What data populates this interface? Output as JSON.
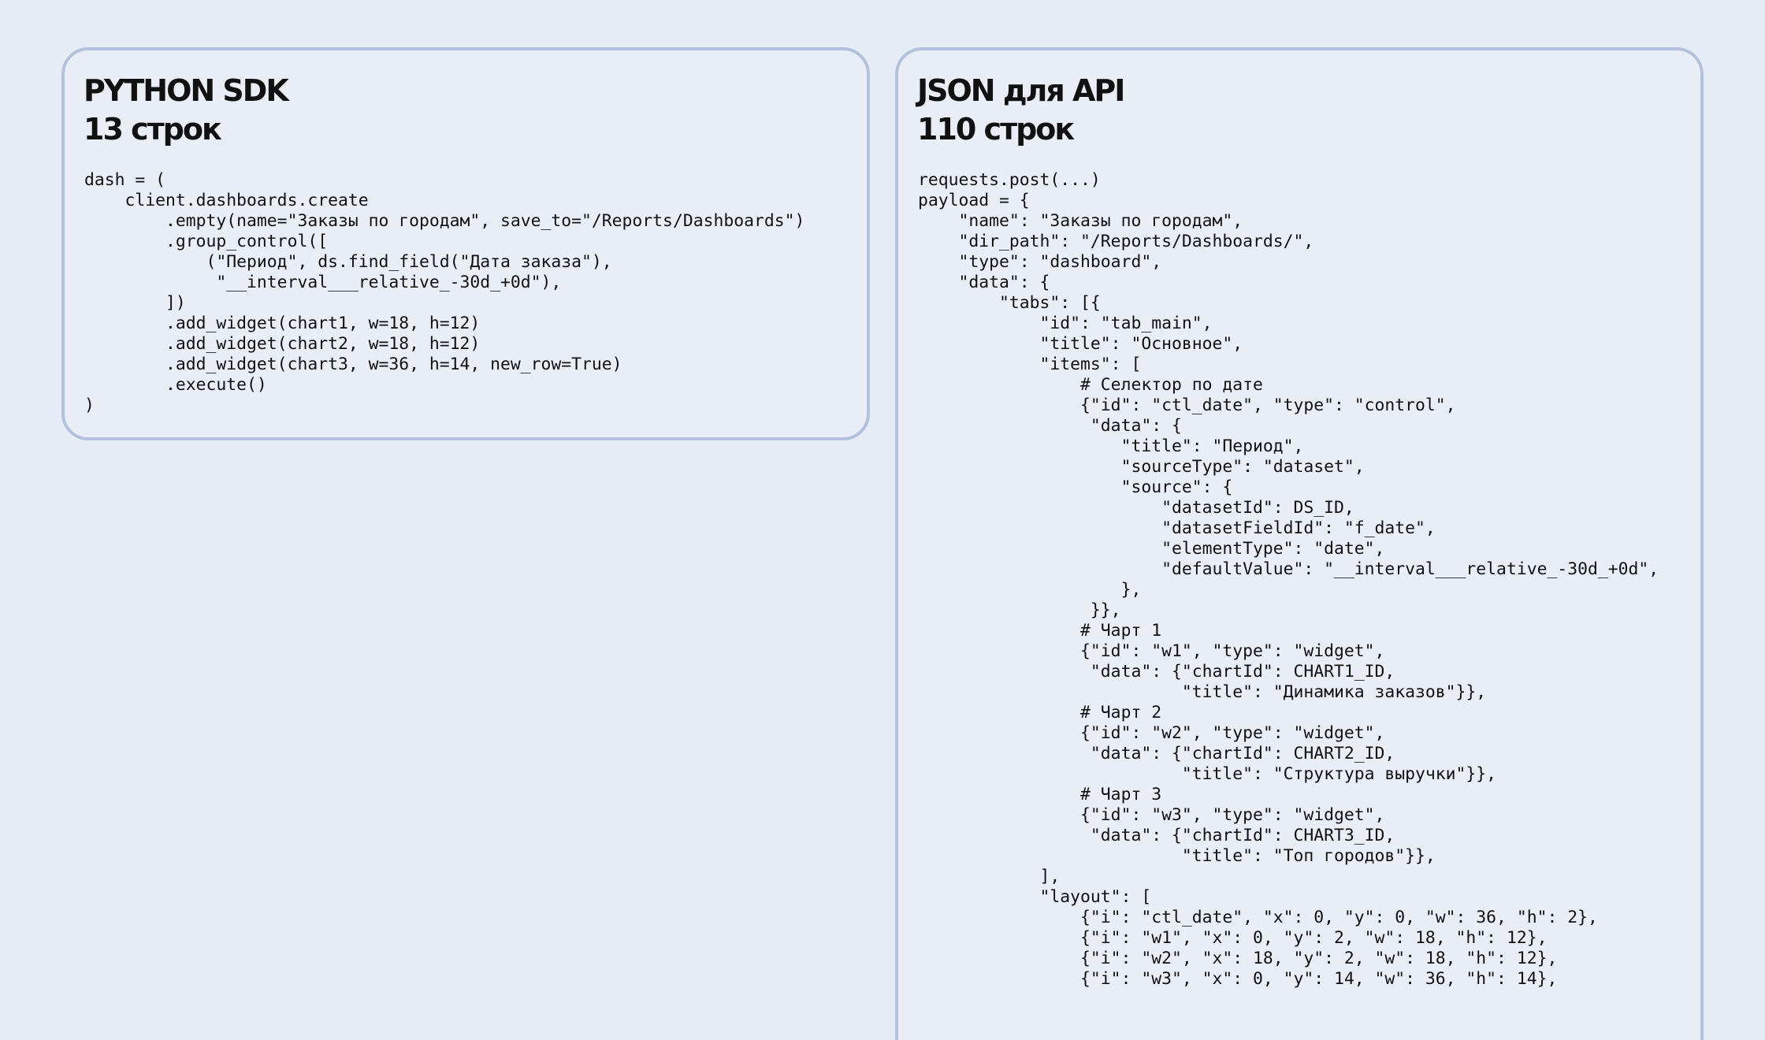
{
  "python_panel": {
    "title": "PYTHON SDK",
    "subtitle": "13 строк",
    "code": "dash = (\n    client.dashboards.create\n        .empty(name=\"Заказы по городам\", save_to=\"/Reports/Dashboards\")\n        .group_control([\n            (\"Период\", ds.find_field(\"Дата заказа\"),\n             \"__interval___relative_-30d_+0d\"),\n        ])\n        .add_widget(chart1, w=18, h=12)\n        .add_widget(chart2, w=18, h=12)\n        .add_widget(chart3, w=36, h=14, new_row=True)\n        .execute()\n)"
  },
  "json_panel": {
    "title": "JSON для API",
    "subtitle": "110 строк",
    "code": "requests.post(...)\npayload = {\n    \"name\": \"Заказы по городам\",\n    \"dir_path\": \"/Reports/Dashboards/\",\n    \"type\": \"dashboard\",\n    \"data\": {\n        \"tabs\": [{\n            \"id\": \"tab_main\",\n            \"title\": \"Основное\",\n            \"items\": [\n                # Селектор по дате\n                {\"id\": \"ctl_date\", \"type\": \"control\",\n                 \"data\": {\n                    \"title\": \"Период\",\n                    \"sourceType\": \"dataset\",\n                    \"source\": {\n                        \"datasetId\": DS_ID,\n                        \"datasetFieldId\": \"f_date\",\n                        \"elementType\": \"date\",\n                        \"defaultValue\": \"__interval___relative_-30d_+0d\",\n                    },\n                 }},\n                # Чарт 1\n                {\"id\": \"w1\", \"type\": \"widget\",\n                 \"data\": {\"chartId\": CHART1_ID,\n                          \"title\": \"Динамика заказов\"}},\n                # Чарт 2\n                {\"id\": \"w2\", \"type\": \"widget\",\n                 \"data\": {\"chartId\": CHART2_ID,\n                          \"title\": \"Структура выручки\"}},\n                # Чарт 3\n                {\"id\": \"w3\", \"type\": \"widget\",\n                 \"data\": {\"chartId\": CHART3_ID,\n                          \"title\": \"Топ городов\"}},\n            ],\n            \"layout\": [\n                {\"i\": \"ctl_date\", \"x\": 0, \"y\": 0, \"w\": 36, \"h\": 2},\n                {\"i\": \"w1\", \"x\": 0, \"y\": 2, \"w\": 18, \"h\": 12},\n                {\"i\": \"w2\", \"x\": 18, \"y\": 2, \"w\": 18, \"h\": 12},\n                {\"i\": \"w3\", \"x\": 0, \"y\": 14, \"w\": 36, \"h\": 14},"
  }
}
